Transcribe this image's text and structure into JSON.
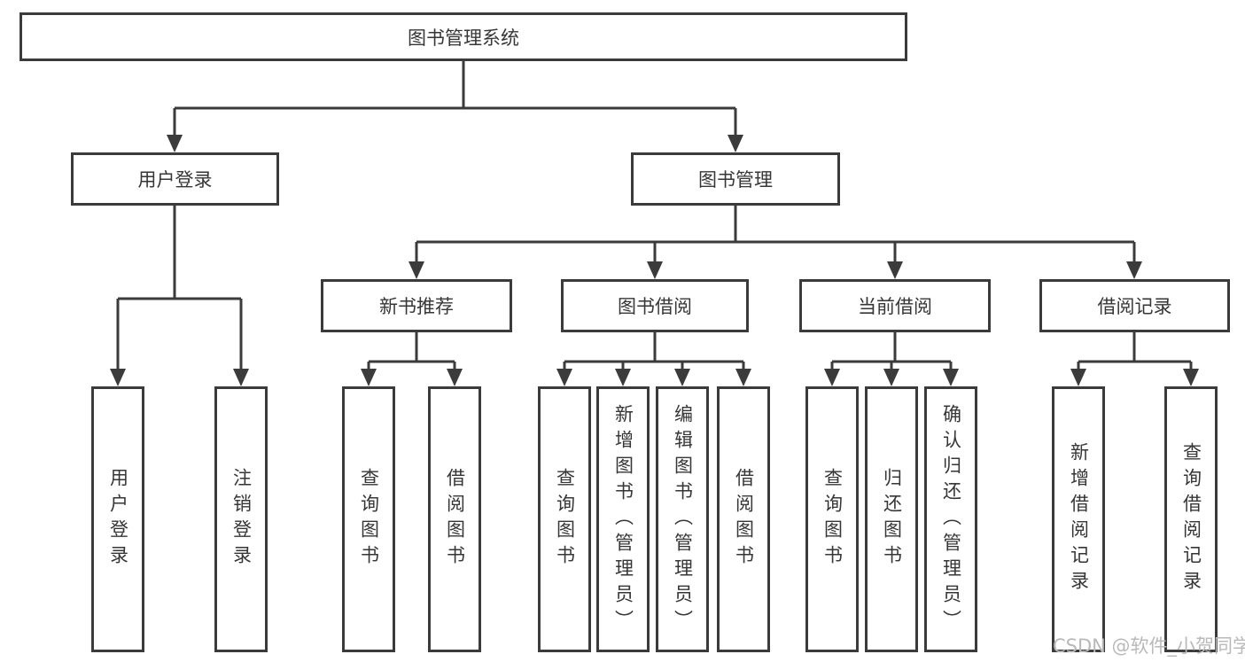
{
  "diagram_type": "hierarchy-tree",
  "colors": {
    "line": "#3b3b3b",
    "text": "#363636",
    "node_background": "#ffffff",
    "page_background": "#ffffff",
    "watermark": "#b9b9b9"
  },
  "watermark": "CSDN @软件_小贺同学",
  "tree": {
    "label": "图书管理系统",
    "children": [
      {
        "label": "用户登录",
        "children": [
          {
            "label": "用户登录"
          },
          {
            "label": "注销登录"
          }
        ]
      },
      {
        "label": "图书管理",
        "children": [
          {
            "label": "新书推荐",
            "children": [
              {
                "label": "查询图书"
              },
              {
                "label": "借阅图书"
              }
            ]
          },
          {
            "label": "图书借阅",
            "children": [
              {
                "label": "查询图书"
              },
              {
                "label": "新增图书（管理员）"
              },
              {
                "label": "编辑图书（管理员）"
              },
              {
                "label": "借阅图书"
              }
            ]
          },
          {
            "label": "当前借阅",
            "children": [
              {
                "label": "查询图书"
              },
              {
                "label": "归还图书"
              },
              {
                "label": "确认归还（管理员）"
              }
            ]
          },
          {
            "label": "借阅记录",
            "children": [
              {
                "label": "新增借阅记录"
              },
              {
                "label": "查询借阅记录"
              }
            ]
          }
        ]
      }
    ]
  }
}
